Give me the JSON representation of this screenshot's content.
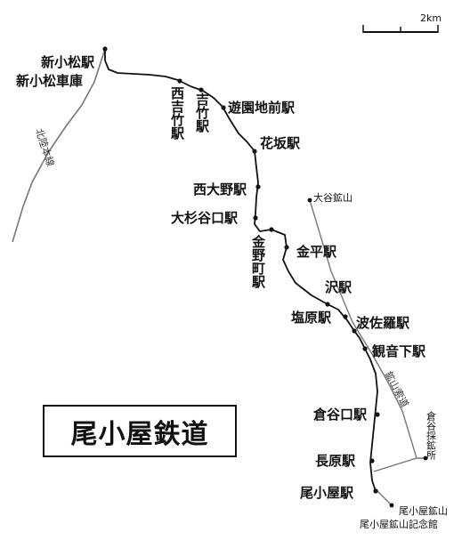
{
  "title": "尾小屋鉄道",
  "scale_label": "2km",
  "stations": [
    {
      "id": "shinkomatsu",
      "name": "新小松駅"
    },
    {
      "id": "shinkomatsu-depot",
      "name": "新小松車庫"
    },
    {
      "id": "nishiyoshitake",
      "name": "西吉竹駅"
    },
    {
      "id": "yoshitake",
      "name": "吉竹駅"
    },
    {
      "id": "yuenchimae",
      "name": "遊園地前駅"
    },
    {
      "id": "hanasaka",
      "name": "花坂駅"
    },
    {
      "id": "nishioono",
      "name": "西大野駅"
    },
    {
      "id": "oosugidani",
      "name": "大杉谷口駅"
    },
    {
      "id": "kanenomachi",
      "name": "金野町駅"
    },
    {
      "id": "kanehira",
      "name": "金平駅"
    },
    {
      "id": "sawa",
      "name": "沢駅"
    },
    {
      "id": "shiobara",
      "name": "塩原駅"
    },
    {
      "id": "hasara",
      "name": "波佐羅駅"
    },
    {
      "id": "kannonshita",
      "name": "観音下駅"
    },
    {
      "id": "kuratanikuchi",
      "name": "倉谷口駅"
    },
    {
      "id": "nagahara",
      "name": "長原駅"
    },
    {
      "id": "okoya",
      "name": "尾小屋駅"
    }
  ],
  "other_labels": {
    "ootani_mine": "大谷鉱山",
    "kuratani_mine": "倉谷採鉱所",
    "okoya_mine": "尾小屋鉱山",
    "okoya_museum": "尾小屋鉱山記念館",
    "hokuriku_line": "北陸本線",
    "mine_railway": "鉱山索道"
  },
  "colors": {
    "line": "#111111",
    "background": "#ffffff"
  }
}
